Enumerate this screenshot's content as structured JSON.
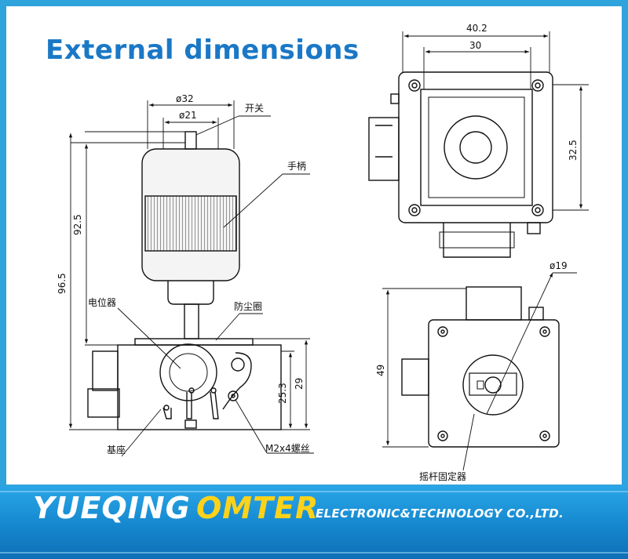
{
  "title": "External dimensions",
  "dimensions": {
    "side_d32": "ø32",
    "side_d21": "ø21",
    "side_925": "92.5",
    "side_965": "96.5",
    "side_253": "25.3",
    "side_29": "29",
    "top_402": "40.2",
    "top_30": "30",
    "top_325": "32.5",
    "bottom_d19": "ø19",
    "bottom_49": "49"
  },
  "labels": {
    "switch": "开关",
    "handle": "手柄",
    "potentiometer": "电位器",
    "dust_cover": "防尘圈",
    "base": "基座",
    "screw": "M2x4螺丝",
    "rocker_fixer": "摇杆固定器"
  },
  "footer": {
    "brand_a": "YUEQING",
    "brand_b": "OMTER",
    "tagline": "ELECTRONIC&TECHNOLOGY CO.,LTD."
  },
  "colors": {
    "background": "#2fa3dc",
    "title": "#1a78c6",
    "brand_b": "#ffd21a"
  }
}
